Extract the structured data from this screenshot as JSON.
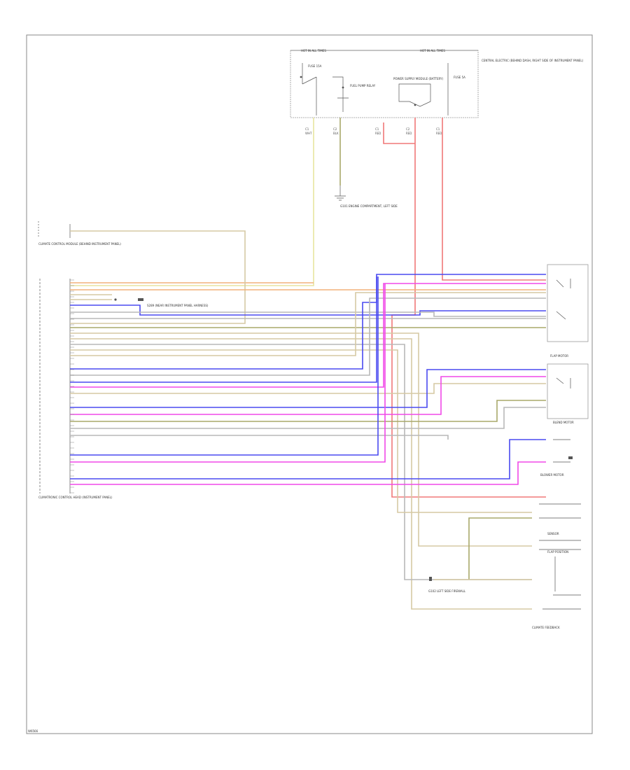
{
  "footer": {
    "code": "W6566"
  },
  "fuse_panel": {
    "left_header": "HOT IN ALL TIMES",
    "right_header": "HOT IN ALL TIMES",
    "fuse_left": "FUSE 15A",
    "relay_left": "FUEL PUMP RELAY",
    "module": "POWER SUPPLY MODULE (BATTERY)",
    "fuse_right": "FUSE 5A",
    "title": "CENTRAL ELECTRIC (BEHIND DASH, RIGHT SIDE OF INSTRUMENT PANEL)"
  },
  "ground_mid": "G101 ENGINE COMPARTMENT, LEFT SIDE",
  "left_top_component": "CLIMATE CONTROL MODULE (BEHIND INSTRUMENT PANEL)",
  "left_bottom_component": "CLIMATRONIC CONTROL HEAD (INSTRUMENT PANEL)",
  "splice": "S289 (NEAR INSTRUMENT PANEL HARNESS)",
  "right_components": {
    "c1": "FLAP MOTOR",
    "c2": "BLEND MOTOR",
    "c3": "BLOWER MOTOR",
    "c4": "SENSOR",
    "c5": "FLAP POSITION",
    "c6": "CLIMATE FEEDBACK"
  },
  "bottom_ground": "G102 LEFT SIDE FIREWALL",
  "wire_colors": {
    "yellow": "#e8e4a0",
    "orange": "#f2b27a",
    "tan": "#d6c9a4",
    "blue": "#4a4af0",
    "magenta": "#f048e8",
    "red": "#f07878",
    "gray": "#b8b8b8",
    "olive": "#a8a86a"
  }
}
